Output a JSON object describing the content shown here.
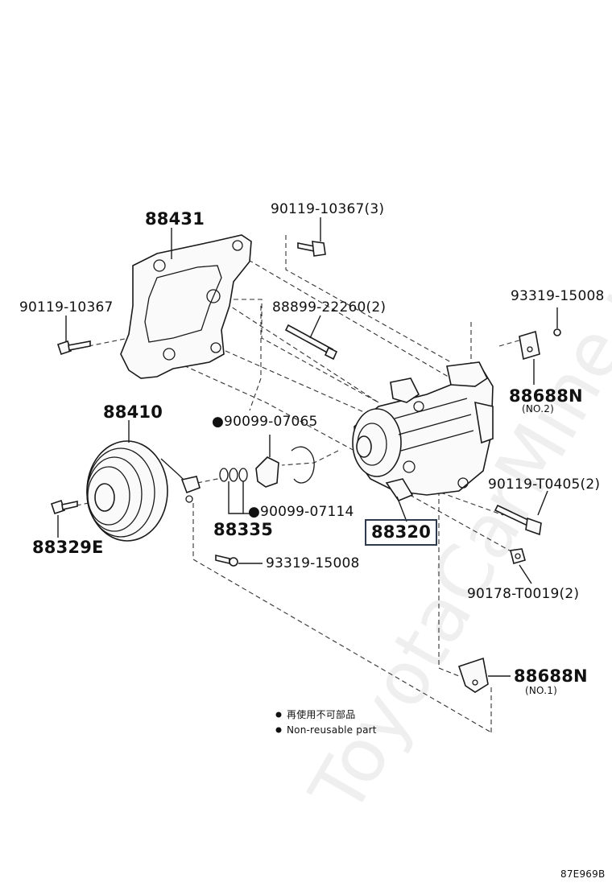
{
  "labels": {
    "bracket": "88431",
    "bolt_top": "90119-10367(3)",
    "bolt_left": "90119-10367",
    "stud": "88899-22260(2)",
    "screw_right_top": "93319-15008",
    "clip_no2": "88688N",
    "clip_no2_sub": "(NO.2)",
    "pulley": "88410",
    "snap_ring_top": "90099-07065",
    "snap_ring_bottom": "90099-07114",
    "shims": "88335",
    "compressor": "88320",
    "bolt_long": "90119-T0405(2)",
    "pulley_bolt": "88329E",
    "screw_bottom": "93319-15008",
    "nut": "90178-T0019(2)",
    "clip_no1": "88688N",
    "clip_no1_sub": "(NO.1)",
    "legend_jp": "再使用不可部品",
    "legend_en": "Non-reusable part",
    "diagram_code": "87E969B"
  },
  "watermark": "ToyotaCarMine.ru",
  "colors": {
    "ink": "#1a1a1a",
    "highlight_box": "#2e3b4e",
    "watermark": "#c8c8c8"
  },
  "icons": {
    "non_reusable_marker": "filled-circle-icon"
  }
}
